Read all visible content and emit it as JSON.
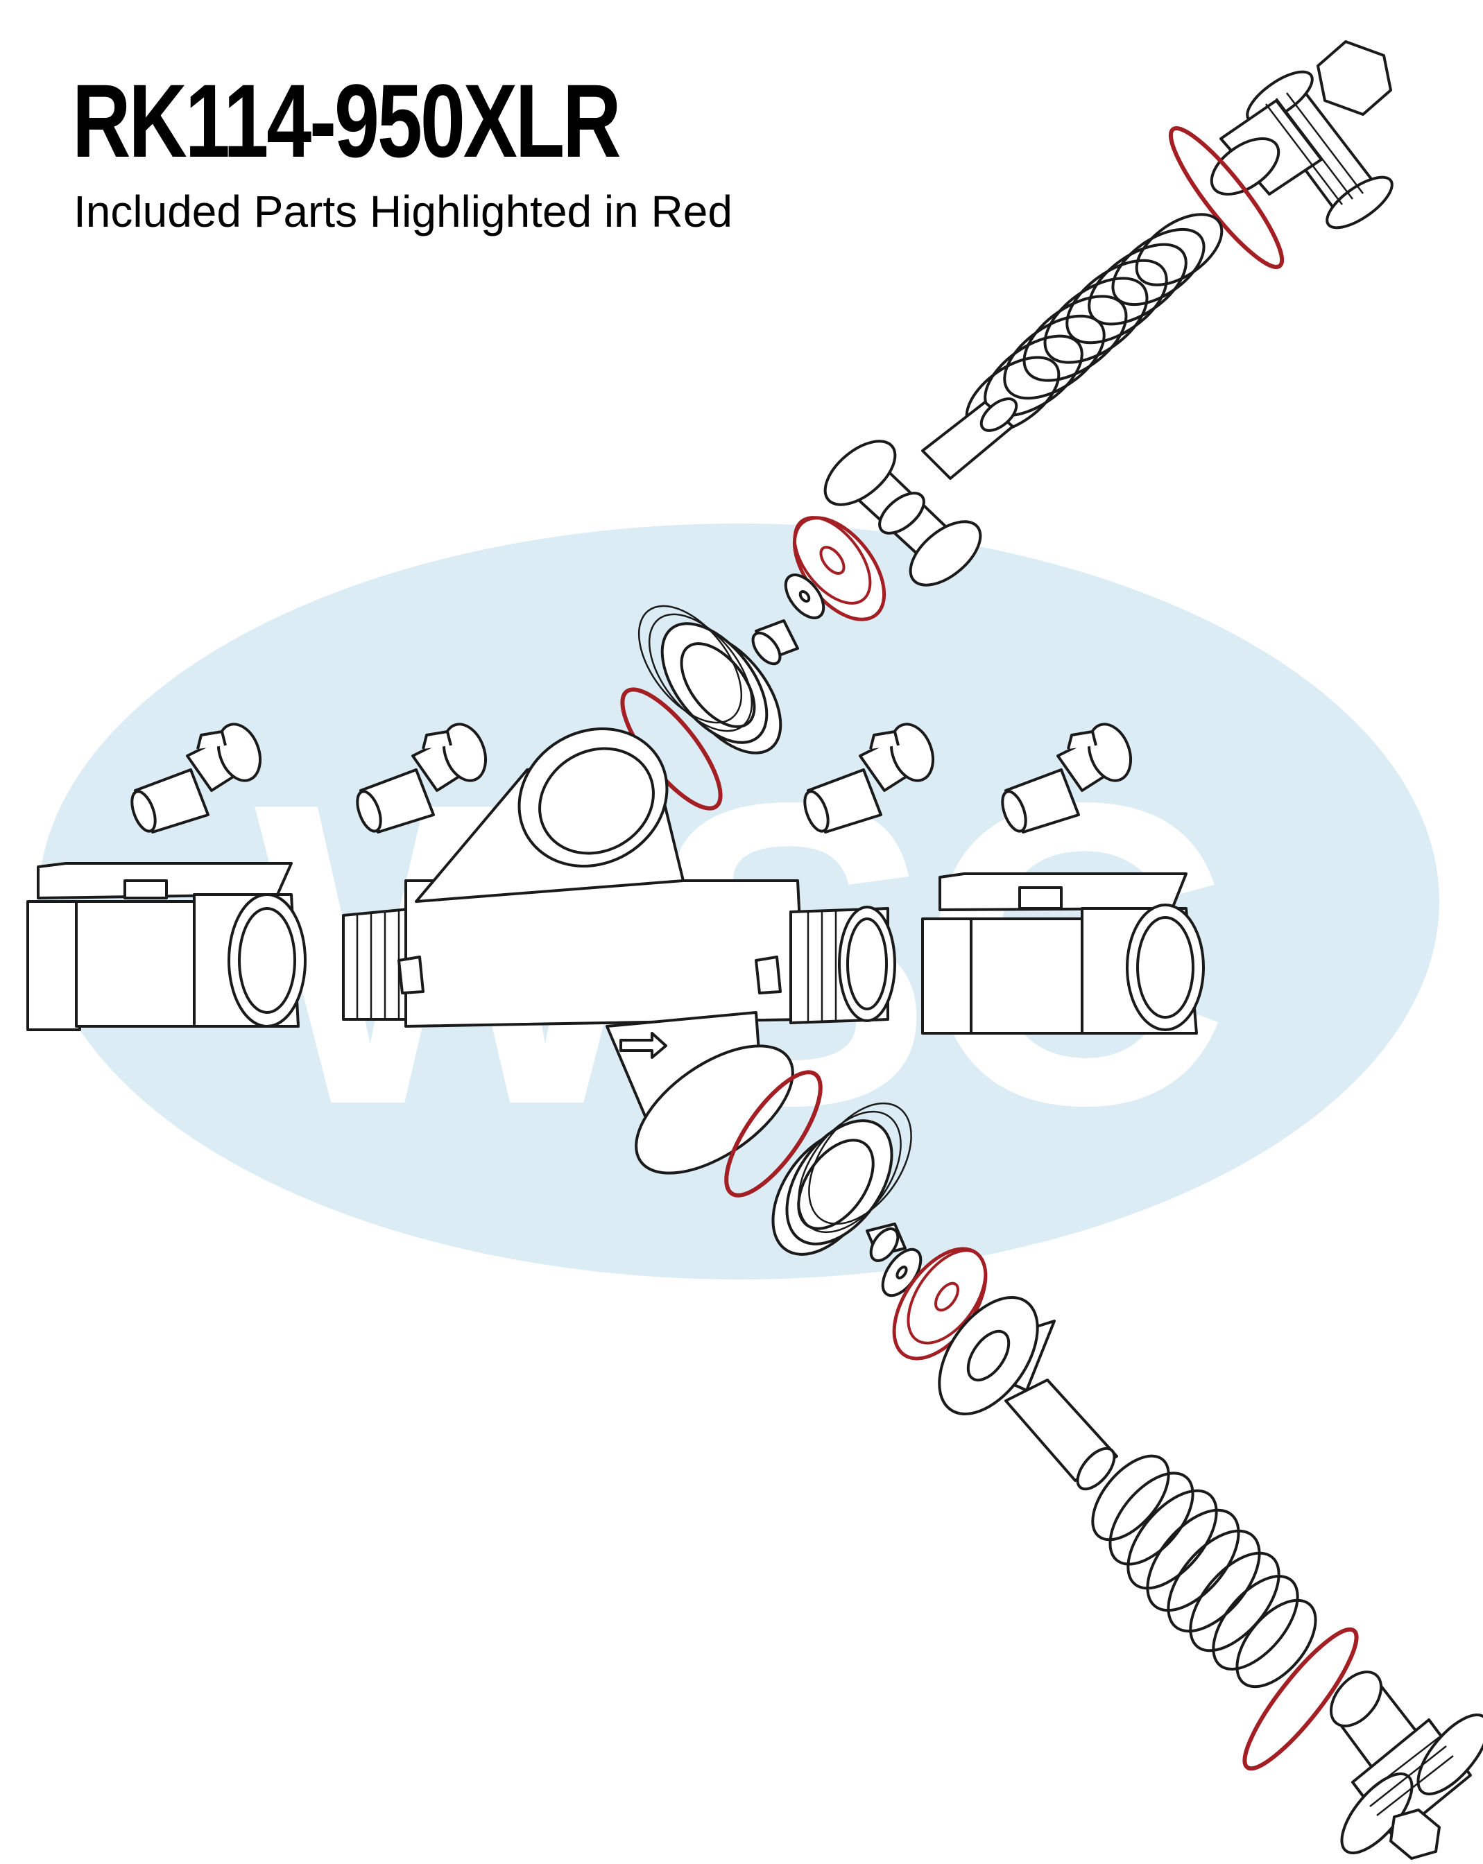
{
  "header": {
    "title": "RK114-950XLR",
    "subtitle": "Included Parts Highlighted in Red"
  },
  "watermark": {
    "text": "WSC",
    "oval_color": "#dcecf5",
    "text_color": "#ffffff"
  },
  "colors": {
    "line": "#1a1a1a",
    "included_part": "#a31f24",
    "fill": "#ffffff"
  },
  "parts": {
    "included": [
      "top-plug-oring",
      "top-disc-rubber",
      "upper-cap-oring",
      "lower-cap-oring",
      "bottom-disc-rubber",
      "bottom-plug-oring"
    ],
    "not_included": [
      "top-plug",
      "top-spring",
      "top-poppet",
      "top-washer",
      "top-screw",
      "upper-cap",
      "test-cock-1",
      "test-cock-2",
      "test-cock-3",
      "test-cock-4",
      "left-ball-valve",
      "valve-body",
      "right-ball-valve",
      "lower-cap",
      "bottom-screw",
      "bottom-washer",
      "bottom-poppet",
      "bottom-spring",
      "bottom-plug"
    ]
  }
}
